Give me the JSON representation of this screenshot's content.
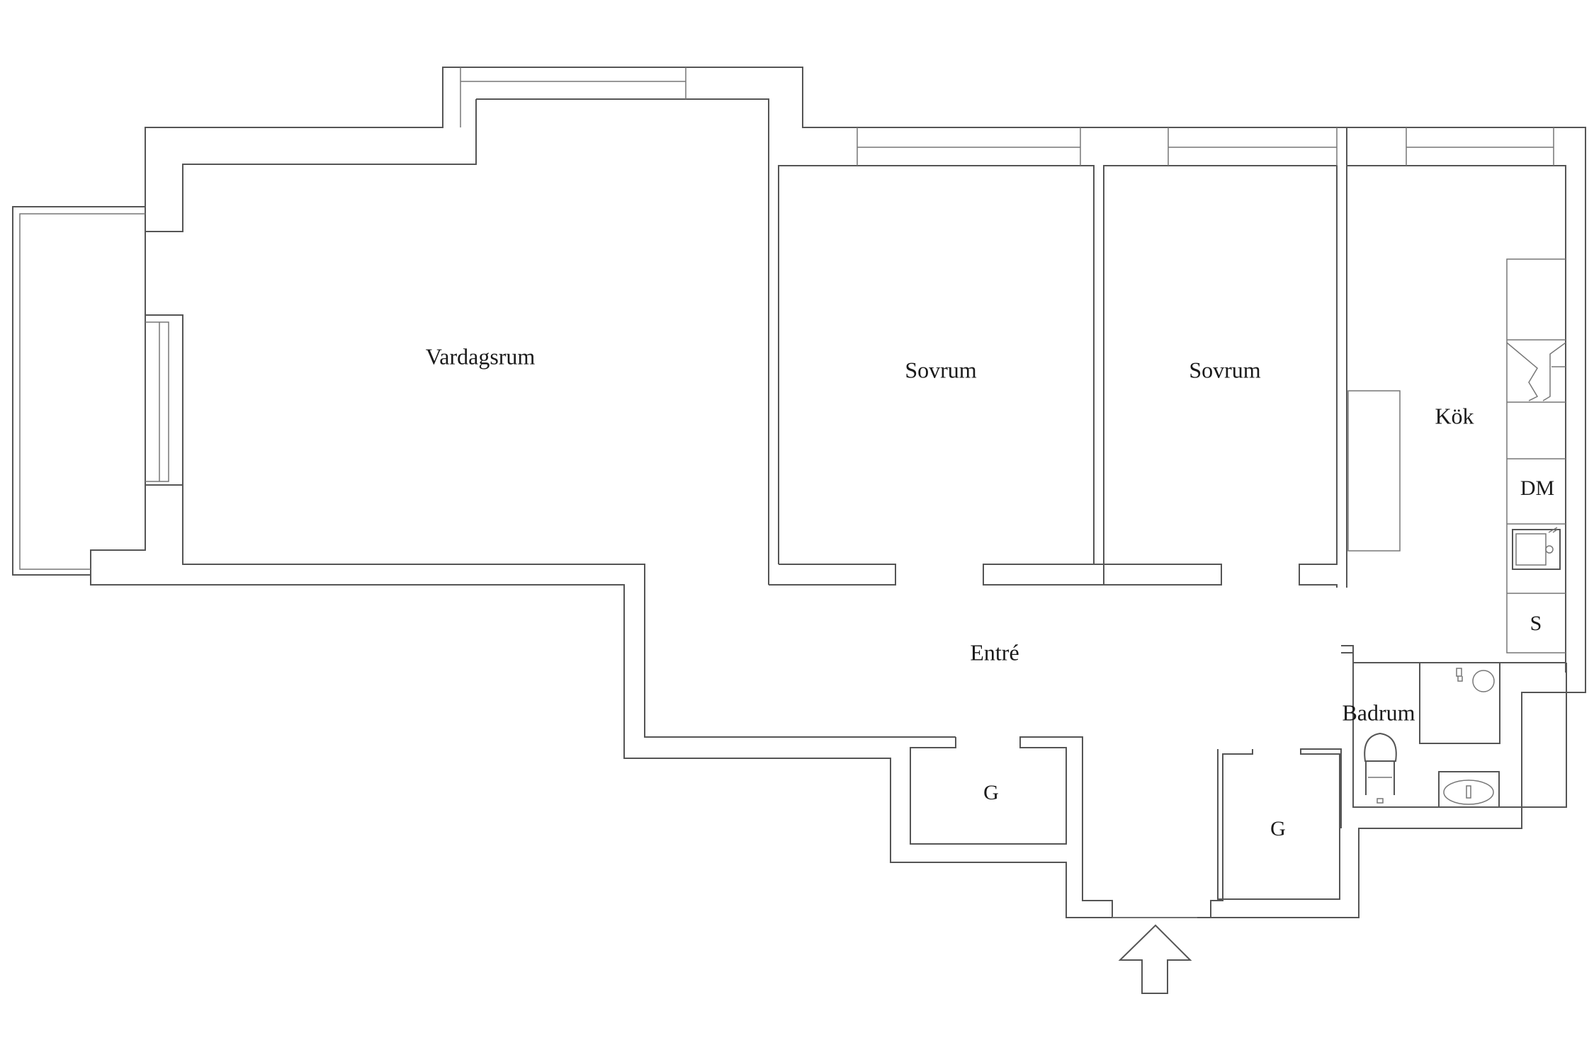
{
  "floorplan": {
    "rooms": {
      "vardagsrum": "Vardagsrum",
      "sovrum_1": "Sovrum",
      "sovrum_2": "Sovrum",
      "kok": "Kök",
      "entre": "Entré",
      "badrum": "Badrum",
      "garderob_1": "G",
      "garderob_2": "G"
    },
    "appliances": {
      "diskmaskin": "DM",
      "skap": "S"
    }
  }
}
